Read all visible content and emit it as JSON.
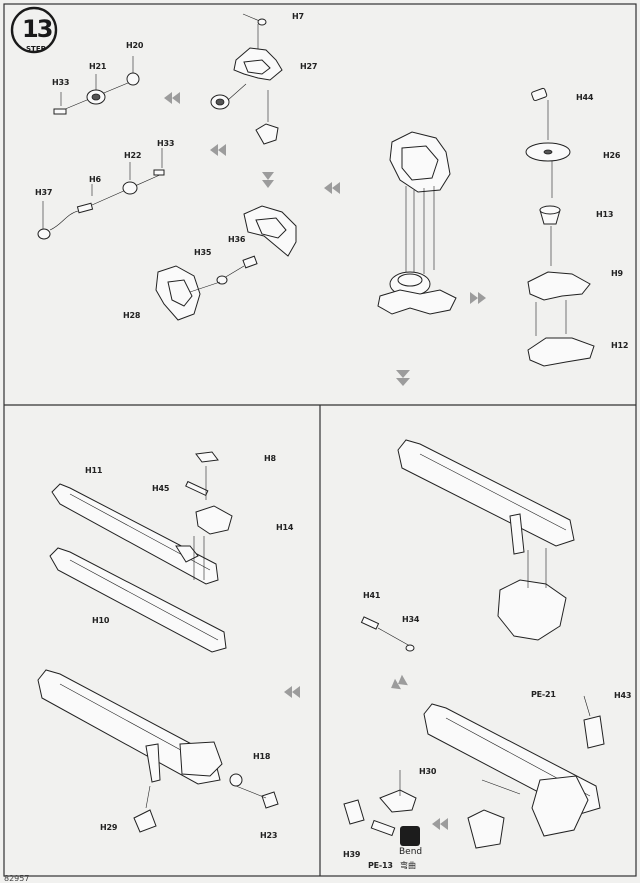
{
  "step": {
    "number": "13",
    "word": "STEP"
  },
  "labels": {
    "H7": "H7",
    "H27": "H27",
    "H20": "H20",
    "H21": "H21",
    "H33a": "H33",
    "H22": "H22",
    "H33b": "H33",
    "H6": "H6",
    "H37": "H37",
    "H35": "H35",
    "H36": "H36",
    "H28": "H28",
    "H44": "H44",
    "H26": "H26",
    "H13": "H13",
    "H9": "H9",
    "H12": "H12",
    "H8": "H8",
    "H11": "H11",
    "H45": "H45",
    "H14": "H14",
    "H10": "H10",
    "H18": "H18",
    "H29": "H29",
    "H23": "H23",
    "H41": "H41",
    "H34": "H34",
    "PE21": "PE-21",
    "H43": "H43",
    "H30": "H30",
    "H39": "H39",
    "PE13": "PE-13"
  },
  "bend": {
    "word": "Bend",
    "cn": "弯曲"
  },
  "page_code": "82957"
}
